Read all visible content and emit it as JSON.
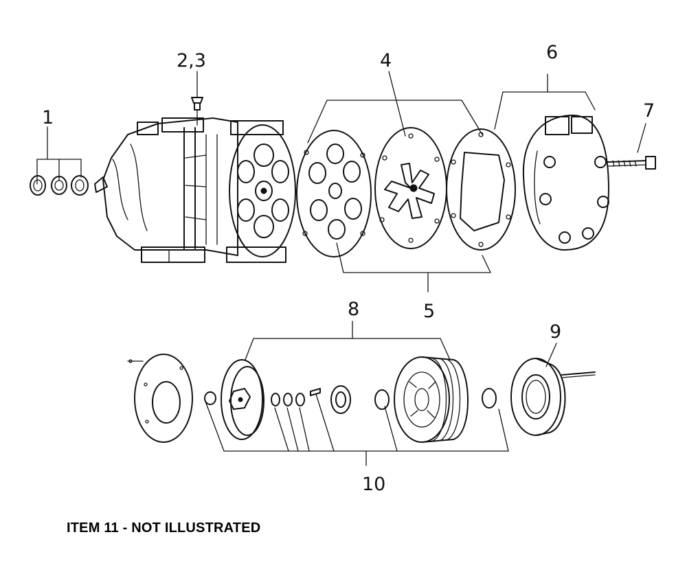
{
  "callouts": {
    "c1": "1",
    "c23": "2,3",
    "c4": "4",
    "c5": "5",
    "c6": "6",
    "c7": "7",
    "c8": "8",
    "c9": "9",
    "c10": "10"
  },
  "footnote": "ITEM 11 - NOT ILLUSTRATED"
}
